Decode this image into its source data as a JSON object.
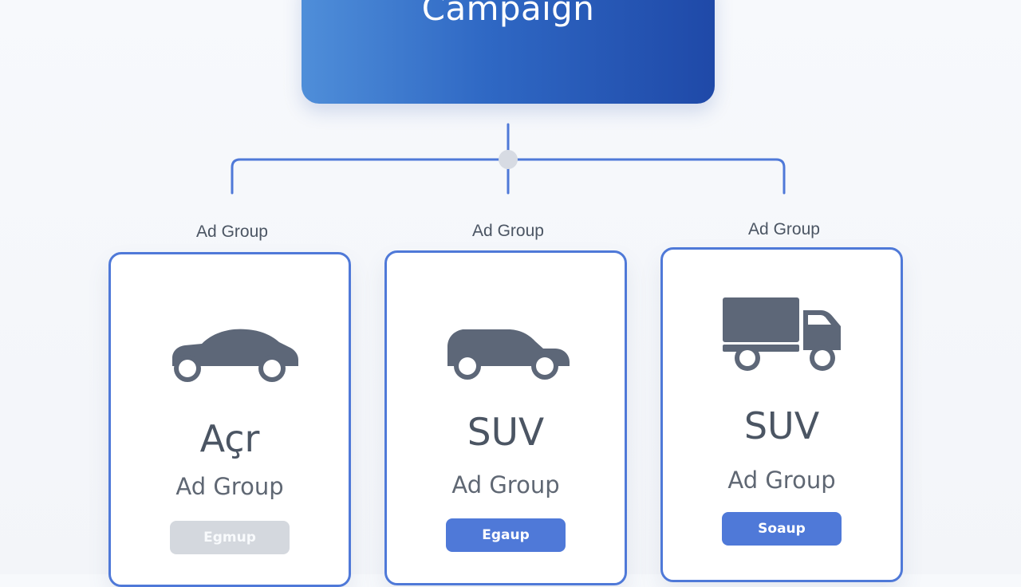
{
  "campaign": {
    "title": "Campaign"
  },
  "groups": [
    {
      "caption": "Ad Group",
      "vehicle_title": "Açr",
      "group_label": "Ad Group",
      "button_label": "Egmup",
      "icon": "car-icon",
      "button_color": "#d4d8de"
    },
    {
      "caption": "Ad Group",
      "vehicle_title": "SUV",
      "group_label": "Ad Group",
      "button_label": "Egaup",
      "icon": "suv-icon",
      "button_color": "#4f79d8"
    },
    {
      "caption": "Ad Group",
      "vehicle_title": "SUV",
      "group_label": "Ad Group",
      "button_label": "Soaup",
      "icon": "truck-icon",
      "button_color": "#4f79d8"
    }
  ],
  "colors": {
    "campaign_start": "#4f8ed9",
    "campaign_end": "#1f49a8",
    "card_border": "#4f79d8",
    "connector": "#4f79d8",
    "node": "#d7dbe3",
    "icon": "#5d6778"
  }
}
